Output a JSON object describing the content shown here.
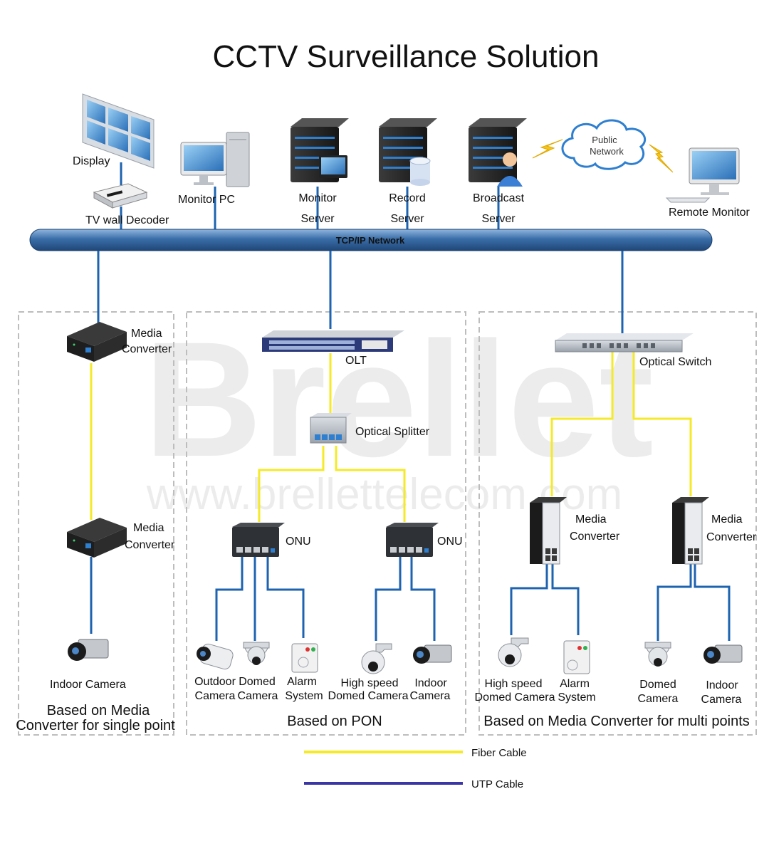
{
  "title": "CCTV Surveillance Solution",
  "watermark": {
    "brand": "Brellet",
    "url": "www.brellettelecom.com"
  },
  "network_bus": {
    "label": "TCP/IP Network"
  },
  "top": {
    "display": "Display",
    "tv_wall_decoder": "TV wall Decoder",
    "monitor_pc": "Monitor PC",
    "monitor_server": [
      "Monitor",
      "Server"
    ],
    "record_server": [
      "Record",
      "Server"
    ],
    "broadcast_server": [
      "Broadcast",
      "Server"
    ],
    "public_network": [
      "Public",
      "Network"
    ],
    "remote_monitor": "Remote Monitor"
  },
  "left_section": {
    "media_converter_1": [
      "Media",
      "Converter"
    ],
    "media_converter_2": [
      "Media",
      "Converter"
    ],
    "indoor_camera": "Indoor Camera",
    "caption": [
      "Based on Media",
      "Converter for single point"
    ]
  },
  "pon_section": {
    "olt": "OLT",
    "optical_splitter": "Optical Splitter",
    "onu_1": "ONU",
    "onu_2": "ONU",
    "devices": [
      [
        "Outdoor",
        "Camera"
      ],
      [
        "Domed",
        "Camera"
      ],
      [
        "Alarm",
        "System"
      ],
      [
        "High speed",
        "Domed Camera"
      ],
      [
        "Indoor",
        "Camera"
      ]
    ],
    "caption": "Based on PON"
  },
  "right_section": {
    "optical_switch": "Optical Switch",
    "media_converter_1": [
      "Media",
      "Converter"
    ],
    "media_converter_2": [
      "Media",
      "Converter"
    ],
    "devices": [
      [
        "High speed",
        "Domed Camera"
      ],
      [
        "Alarm",
        "System"
      ],
      [
        "Domed",
        "Camera"
      ],
      [
        "Indoor",
        "Camera"
      ]
    ],
    "caption": "Based on Media Converter for multi points"
  },
  "legend": [
    {
      "label": "Fiber Cable",
      "color": "#f5ea2a"
    },
    {
      "label": "UTP Cable",
      "color": "#3a36a6"
    }
  ],
  "colors": {
    "fiber": "#f5ea2a",
    "utp": "#1d63b0",
    "bus": "#3a6ea8",
    "dash": "#bdbdbd"
  }
}
